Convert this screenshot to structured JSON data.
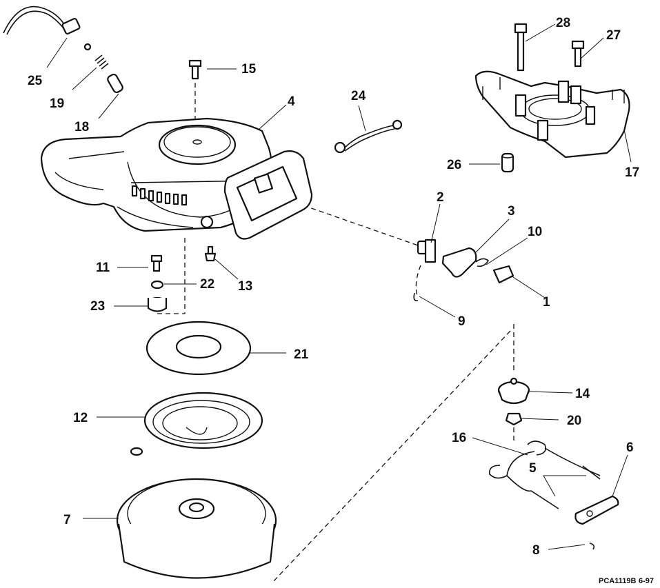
{
  "diagram": {
    "ref_code": "PCA1119B",
    "ref_date": "6-97",
    "callouts": {
      "c1": "1",
      "c2": "2",
      "c3": "3",
      "c4": "4",
      "c5": "5",
      "c6": "6",
      "c7": "7",
      "c8": "8",
      "c9": "9",
      "c10": "10",
      "c11": "11",
      "c12": "12",
      "c13": "13",
      "c14": "14",
      "c15": "15",
      "c16": "16",
      "c17": "17",
      "c18": "18",
      "c19": "19",
      "c20": "20",
      "c21": "21",
      "c22": "22",
      "c23": "23",
      "c24": "24",
      "c25": "25",
      "c26": "26",
      "c27": "27",
      "c28": "28"
    }
  }
}
